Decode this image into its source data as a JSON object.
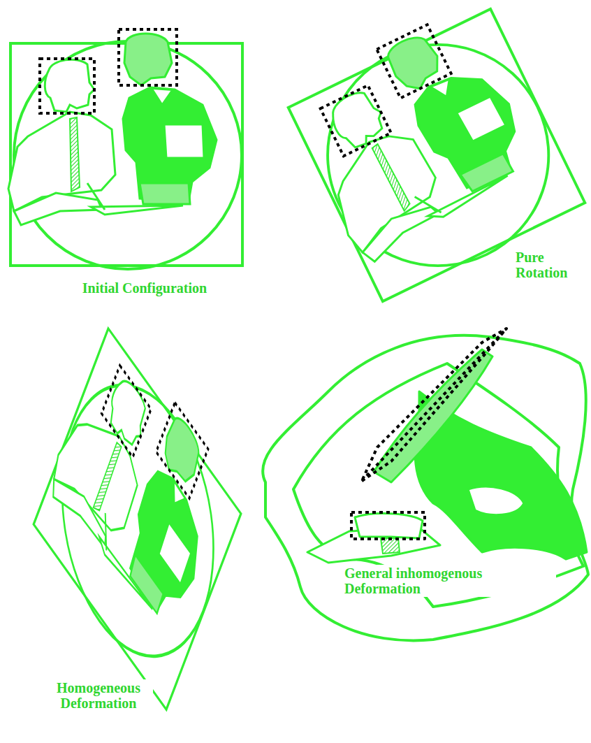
{
  "diagram": {
    "labels": [
      "Initial Configuration",
      "Pure Rotation",
      "Homogeneous Deformation",
      "General inhomogenous Deformation"
    ]
  }
}
